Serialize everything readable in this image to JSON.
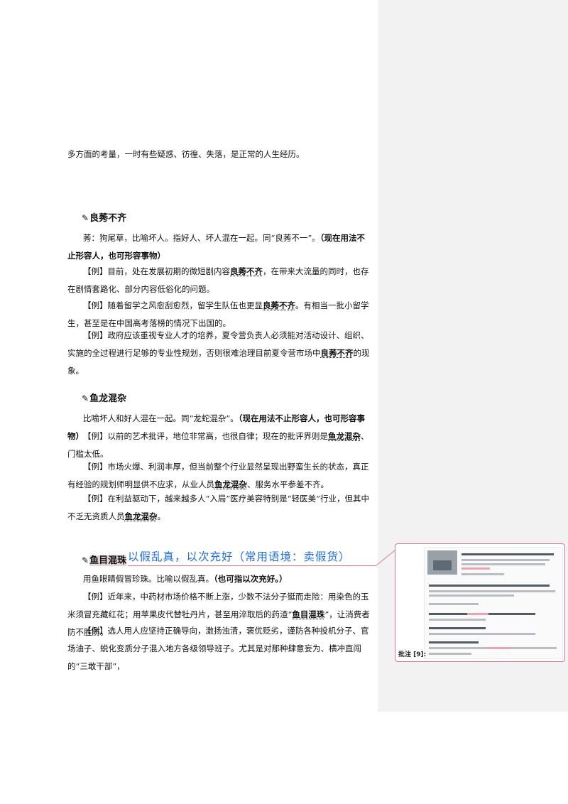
{
  "intro_line": "多方面的考量，一时有些疑惑、彷徨、失落，是正常的人生经历。",
  "sections": {
    "s1": {
      "title": "良莠不齐",
      "definition_pre": "莠：狗尾草，比喻坏人。指好人、坏人混在一起。同“良莠不一”。",
      "definition_note": "（现在用法不止形容人，也可形容事物）",
      "keyword": "良莠不齐",
      "ex1_pre": "【例】目前，处在发展初期的微短剧内容",
      "ex1_post": "，在带来大流量的同时，也存在剧情套路化、部分内容低俗化的问题。",
      "ex2_pre": "【例】随着留学之风愈刮愈烈，留学生队伍也更显",
      "ex2_post": "。有相当一批小留学生，甚至是在中国高考落榜的情况下出国的。",
      "ex3_pre": "【例】政府应该重视专业人才的培养，夏令营负责人必须能对活动设计、组织、实施的全过程进行足够的专业性规划，否则很难治理目前夏令营市场中",
      "ex3_post": "的现象。"
    },
    "s2": {
      "title": "鱼龙混杂",
      "definition_pre": "比喻坏人和好人混在一起。同“龙蛇混杂”。",
      "definition_note": "（现在用法不止形容人，也可形容事物）",
      "keyword": "鱼龙混杂",
      "ex1_pre": "【例】以前的艺术批评，地位非常高，也很自律；现在的批评界则是",
      "ex1_post": "、门槛太低。",
      "ex2_pre": "【例】市场火爆、利润丰厚，但当前整个行业显然呈现出野蛮生长的状态，真正有经验的规划师明显供不应求，从业人员",
      "ex2_post": "、服务水平参差不齐。",
      "ex3_pre": "【例】在利益驱动下，越来越多人“入局”医疗美容特别是“轻医美”行业，但其中不乏无资质人员",
      "ex3_post": "。"
    },
    "s3": {
      "title": "鱼目混珠",
      "handwritten_note": "以假乱真，以次充好（常用语境：卖假货）",
      "definition_pre": "用鱼眼睛假冒珍珠。比喻以假乱真。",
      "definition_note": "（也可指以次充好。）",
      "keyword": "鱼目混珠",
      "ex1_pre": "【例】近年来，中药材市场价格不断上涨，少数不法分子铤而走险：用染色的玉米须冒充藏红花；用苹果皮代替牡丹片，甚至用淬取后的药渣“",
      "ex1_post": "”，让消费者防不胜防。",
      "ex2": "【例】选人用人应坚持正确导向，激扬浊清，褒优贬劣，谨防各种投机分子、官场油子、蜕化变质分子混入地方各级领导班子。尤其是对那种肆意妄为、横冲直闯的“三敢干部”，"
    }
  },
  "comment": {
    "label": "批注 [9]:"
  },
  "colors": {
    "handwriting": "#1f6fe0",
    "comment_border": "#e07a8c",
    "highlight": "#e7d6d8",
    "margin_bg": "#f2f2f2"
  },
  "icons": [
    "pencil-icon"
  ]
}
